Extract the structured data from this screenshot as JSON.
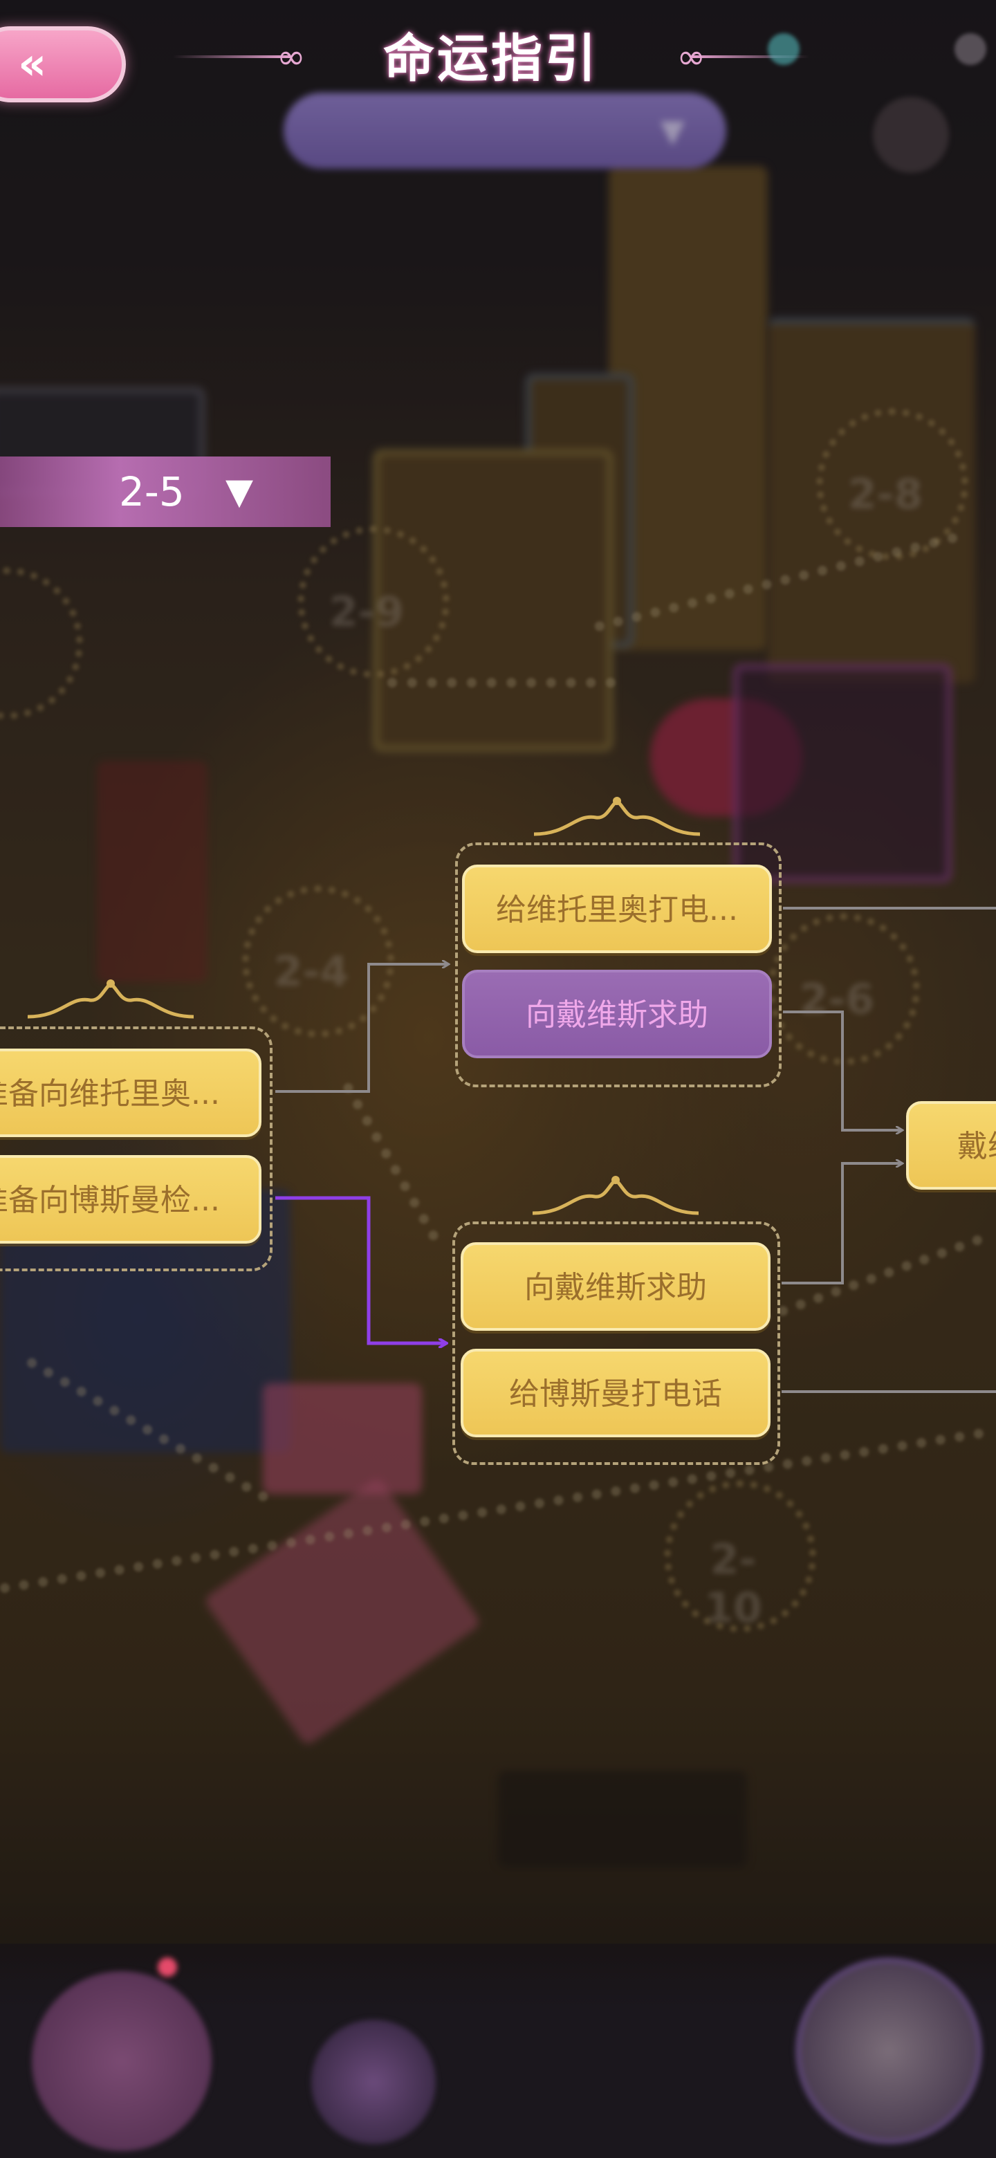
{
  "header": {
    "back_icon": "double-chevron-left-icon",
    "title": "命运指引"
  },
  "chapter_tag": {
    "label": "2-5",
    "arrow_icon": "triangle-down-icon"
  },
  "groups": [
    {
      "choices": [
        {
          "label": "准备向维托里奥...",
          "style": "gold"
        },
        {
          "label": "准备向博斯曼检...",
          "style": "gold"
        }
      ]
    },
    {
      "choices": [
        {
          "label": "给维托里奥打电...",
          "style": "gold"
        },
        {
          "label": "向戴维斯求助",
          "style": "purple"
        }
      ]
    },
    {
      "choices": [
        {
          "label": "向戴维斯求助",
          "style": "gold"
        },
        {
          "label": "给博斯曼打电话",
          "style": "gold"
        }
      ]
    },
    {
      "choices": [
        {
          "label": "戴维",
          "style": "gold"
        }
      ]
    }
  ],
  "colors": {
    "accent_purple": "#8f3fe8",
    "connector_gray": "#8e8a8c",
    "choice_gold": "#f0ca5c",
    "choice_selected_purple": "#9264ad",
    "title_glow_pink": "#e9a4d2"
  }
}
